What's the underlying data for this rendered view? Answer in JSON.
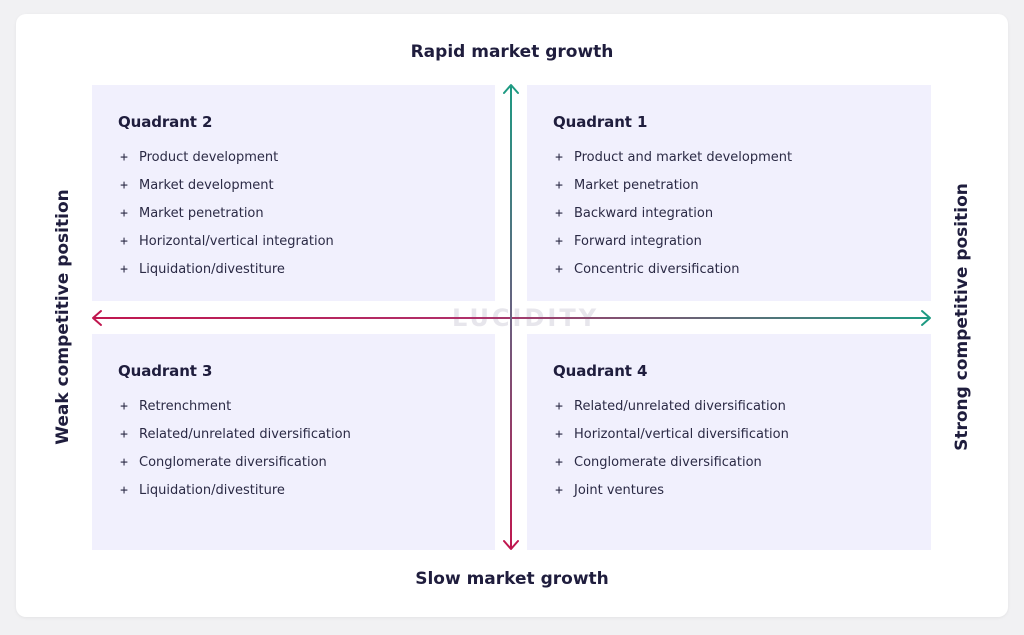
{
  "axes": {
    "top": "Rapid market growth",
    "bottom": "Slow market growth",
    "left": "Weak competitive position",
    "right": "Strong competitive position"
  },
  "watermark": "LUCIDITY",
  "colors": {
    "quadrant_bg": "#f1f0fd",
    "arrow_up_right": "#1e9a82",
    "arrow_down_left": "#c0174f"
  },
  "quadrants": {
    "q2": {
      "title": "Quadrant 2",
      "items": [
        "Product development",
        "Market development",
        "Market penetration",
        "Horizontal/vertical integration",
        "Liquidation/divestiture"
      ]
    },
    "q1": {
      "title": "Quadrant 1",
      "items": [
        "Product and market development",
        "Market penetration",
        "Backward integration",
        "Forward integration",
        "Concentric diversification"
      ]
    },
    "q3": {
      "title": "Quadrant 3",
      "items": [
        "Retrenchment",
        "Related/unrelated diversification",
        "Conglomerate diversification",
        "Liquidation/divestiture"
      ]
    },
    "q4": {
      "title": "Quadrant 4",
      "items": [
        "Related/unrelated diversification",
        "Horizontal/vertical diversification",
        "Conglomerate diversification",
        "Joint ventures"
      ]
    }
  }
}
